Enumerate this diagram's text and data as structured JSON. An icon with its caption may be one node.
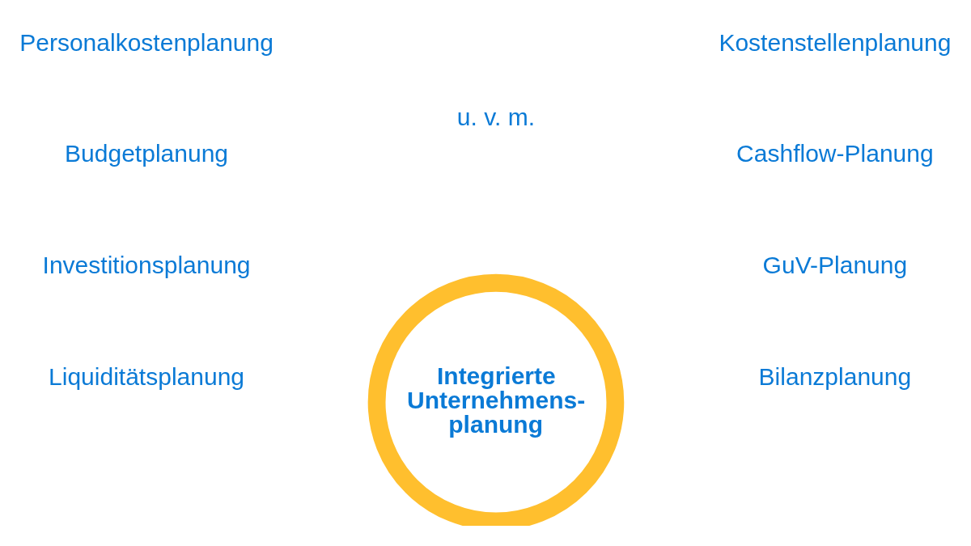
{
  "diagram": {
    "nodes": [
      {
        "text": [
          "Integrierte Unternehmens- planung"
        ]
      }
    ],
    "edges": [],
    "labels": [
      "Personalkostenplanung",
      "Kostenstellenplanung",
      "Budgetplanung",
      "Cashflow-Planung",
      "Investitionsplanung",
      "GuV-Planung",
      "Liquiditätsplanung",
      "Bilanzplanung",
      "u. v. m."
    ]
  }
}
